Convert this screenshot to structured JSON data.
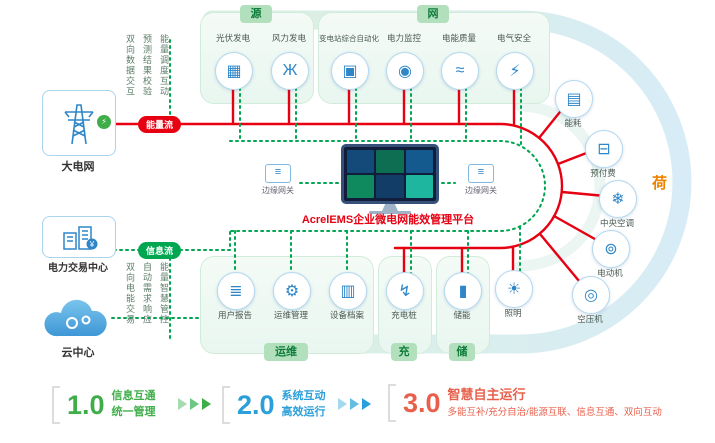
{
  "colors": {
    "energy_flow": "#e60012",
    "info_flow": "#00a650",
    "accent_blue": "#2e86c9",
    "section_badge_bg": "#b2e0bd",
    "section_badge_text": "#0e7c3a",
    "load_label": "#ef8200",
    "v1_green": "#3fae49",
    "v2_blue": "#2b9fd9",
    "v3_red": "#e8604c"
  },
  "left_panel": {
    "nodes": [
      {
        "label": "大电网"
      },
      {
        "label": "电力交易中心"
      },
      {
        "label": "云中心"
      }
    ],
    "top_vertical_texts": [
      "双向数据交互",
      "预测结果校验",
      "能量调度互动"
    ],
    "bottom_vertical_texts": [
      "双向电能交易",
      "自动需求响应",
      "能量智慧管控"
    ],
    "energy_flow_label": "能量流",
    "info_flow_label": "信息流"
  },
  "sections": {
    "source": {
      "header": "源",
      "items": [
        {
          "label": "光伏发电",
          "icon": "▦"
        },
        {
          "label": "风力发电",
          "icon": "Ж"
        }
      ]
    },
    "grid": {
      "header": "网",
      "items": [
        {
          "label": "变电站综合自动化",
          "icon": "▣"
        },
        {
          "label": "电力监控",
          "icon": "◉"
        },
        {
          "label": "电能质量",
          "icon": "≈"
        },
        {
          "label": "电气安全",
          "icon": "⚡"
        }
      ]
    },
    "load": {
      "header": "荷",
      "items": [
        {
          "label": "能耗",
          "icon": "▤"
        },
        {
          "label": "预付费",
          "icon": "⊟"
        },
        {
          "label": "中央空调",
          "icon": "❄"
        },
        {
          "label": "电动机",
          "icon": "⊚"
        },
        {
          "label": "空压机",
          "icon": "◎"
        },
        {
          "label": "照明",
          "icon": "☀"
        }
      ]
    },
    "operation": {
      "header": "运维",
      "items": [
        {
          "label": "用户报告",
          "icon": "≣"
        },
        {
          "label": "运维管理",
          "icon": "⚙"
        },
        {
          "label": "设备档案",
          "icon": "▥"
        }
      ]
    },
    "charging": {
      "header": "充",
      "items": [
        {
          "label": "充电桩",
          "icon": "↯"
        }
      ]
    },
    "storage": {
      "header": "储",
      "items": [
        {
          "label": "储能",
          "icon": "▮"
        }
      ]
    }
  },
  "center": {
    "platform_label": "AcrelEMS企业微电网能效管理平台",
    "gateway_left": {
      "label": "边缘网关",
      "icon": "≡"
    },
    "gateway_right": {
      "label": "边缘网关",
      "icon": "≡"
    }
  },
  "legend": [
    {
      "version": "1.0",
      "line1": "信息互通",
      "line2": "统一管理"
    },
    {
      "version": "2.0",
      "line1": "系统互动",
      "line2": "高效运行"
    },
    {
      "version": "3.0",
      "line1": "智慧自主运行",
      "line2": "多能互补/充分自治/能源互联、信息互通、双向互动"
    }
  ]
}
